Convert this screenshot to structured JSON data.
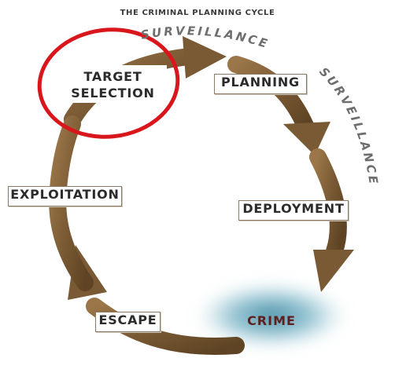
{
  "title": "THE CRIMINAL PLANNING CYCLE",
  "stages": {
    "target_line1": "TARGET",
    "target_line2": "SELECTION",
    "planning": "PLANNING",
    "deployment": "DEPLOYMENT",
    "crime": "CRIME",
    "escape": "ESCAPE",
    "exploitation": "EXPLOITATION"
  },
  "arcs": {
    "surveillance_top": "SURVEILLANCE",
    "surveillance_right": "SURVEILLANCE"
  },
  "colors": {
    "arrow": "#7a5a34",
    "arrow_highlight": "#9a7648",
    "circle_highlight": "#d9161c",
    "crime_glow": "#3f8aa3"
  }
}
